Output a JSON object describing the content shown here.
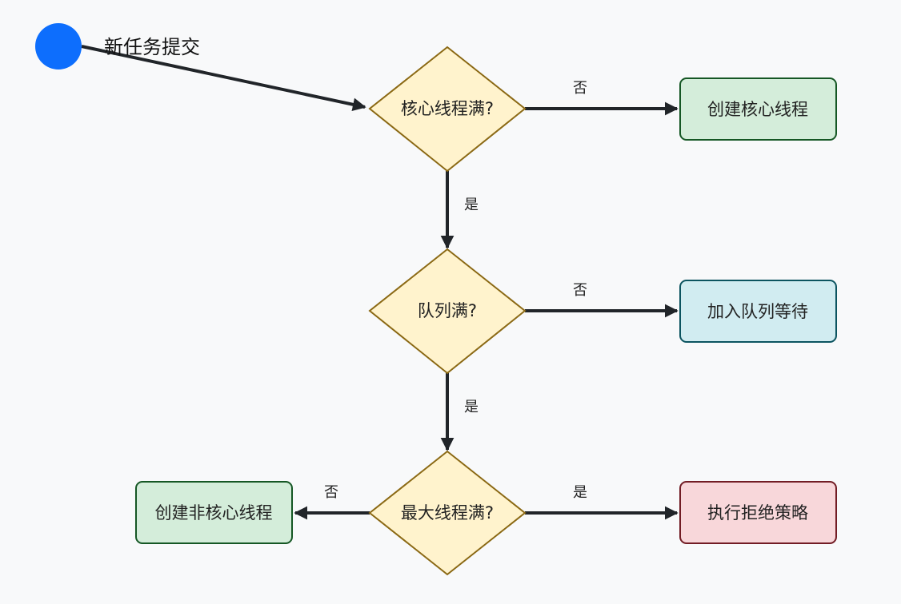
{
  "start": {
    "label": "新任务提交",
    "color": "#0d6efd"
  },
  "decisions": {
    "core_full": "核心线程满?",
    "queue_full": "队列满?",
    "max_full": "最大线程满?"
  },
  "actions": {
    "create_core": "创建核心线程",
    "enqueue": "加入队列等待",
    "create_noncore": "创建非核心线程",
    "reject": "执行拒绝策略"
  },
  "edge_labels": {
    "core_no": "否",
    "core_yes": "是",
    "queue_no": "否",
    "queue_yes": "是",
    "max_no": "否",
    "max_yes": "是"
  },
  "colors": {
    "decision_fill": "#fff3cd",
    "decision_stroke": "#8b6914",
    "create_fill": "#d4edda",
    "create_stroke": "#155724",
    "queue_fill": "#d1ecf1",
    "queue_stroke": "#0c5460",
    "reject_fill": "#f8d7da",
    "reject_stroke": "#721c24",
    "edge": "#212529"
  }
}
